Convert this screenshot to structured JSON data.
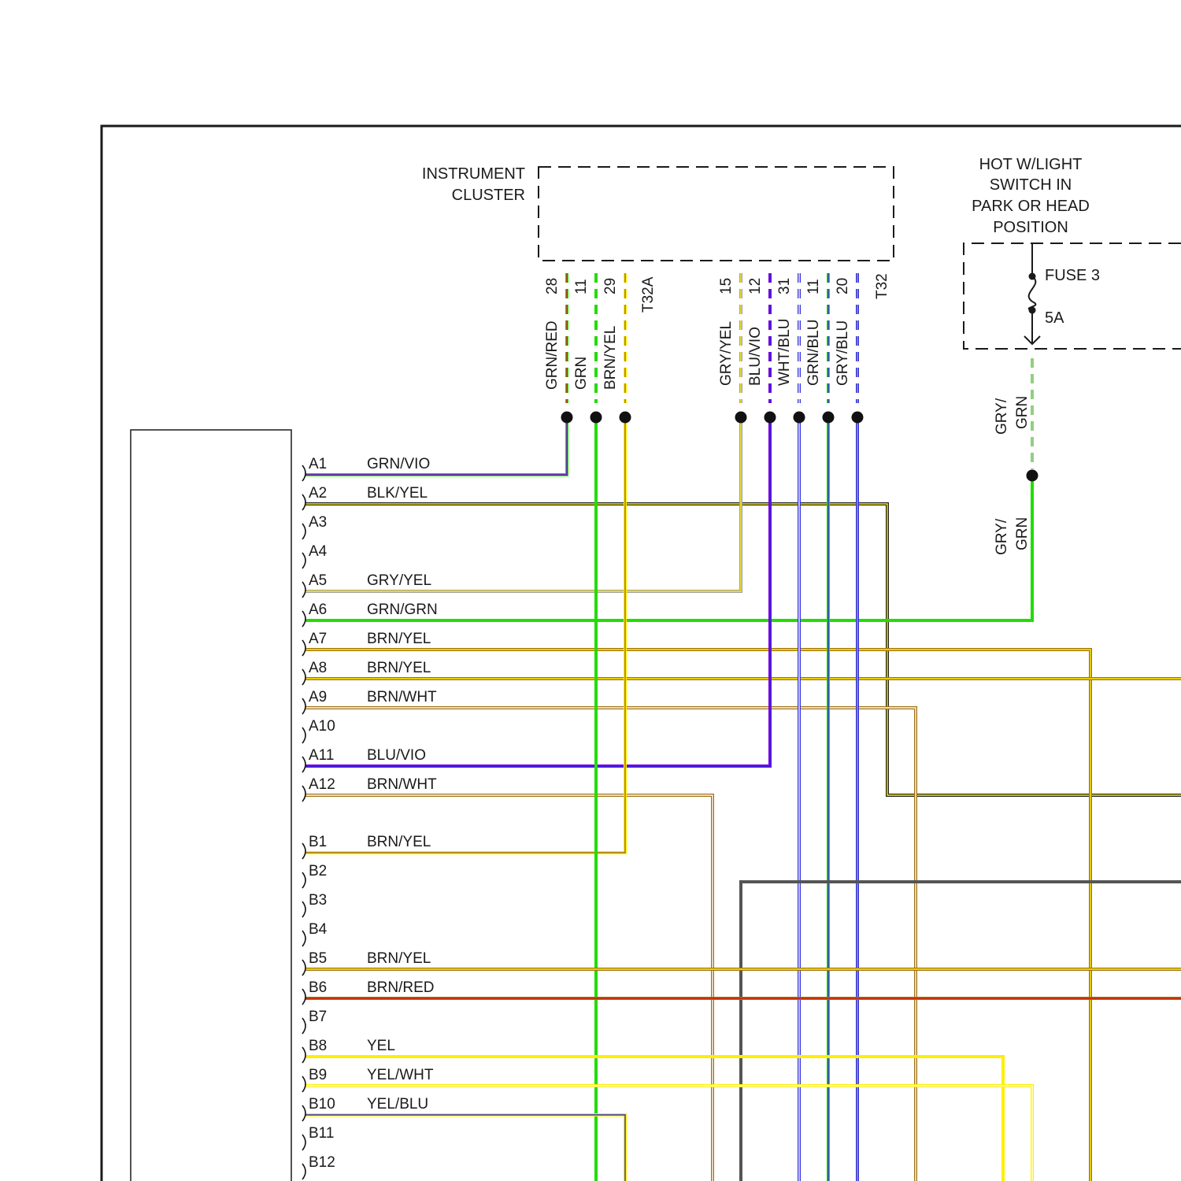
{
  "instrument_cluster": {
    "title_line1": "INSTRUMENT",
    "title_line2": "CLUSTER",
    "connector_left": "T32A",
    "connector_right": "T32"
  },
  "cluster_pins_left": [
    {
      "pin": "28",
      "color": "GRN/RED"
    },
    {
      "pin": "11",
      "color": "GRN"
    },
    {
      "pin": "29",
      "color": "BRN/YEL"
    }
  ],
  "cluster_pins_right": [
    {
      "pin": "15",
      "color": "GRY/YEL"
    },
    {
      "pin": "12",
      "color": "BLU/VIO"
    },
    {
      "pin": "31",
      "color": "WHT/BLU"
    },
    {
      "pin": "11",
      "color": "GRN/BLU"
    },
    {
      "pin": "20",
      "color": "GRY/BLU"
    }
  ],
  "hot_note": {
    "line1": "HOT W/LIGHT",
    "line2": "SWITCH IN",
    "line3": "PARK OR HEAD",
    "line4": "POSITION"
  },
  "fuse": {
    "name": "FUSE 3",
    "rating": "5A"
  },
  "fuse_wire": {
    "upper_line1": "GRY/",
    "upper_line2": "GRN",
    "lower_line1": "GRY/",
    "lower_line2": "GRN"
  },
  "pins": [
    {
      "pin": "A1",
      "color": "GRN/VIO"
    },
    {
      "pin": "A2",
      "color": "BLK/YEL"
    },
    {
      "pin": "A3",
      "color": ""
    },
    {
      "pin": "A4",
      "color": ""
    },
    {
      "pin": "A5",
      "color": "GRY/YEL"
    },
    {
      "pin": "A6",
      "color": "GRN/GRN"
    },
    {
      "pin": "A7",
      "color": "BRN/YEL"
    },
    {
      "pin": "A8",
      "color": "BRN/YEL"
    },
    {
      "pin": "A9",
      "color": "BRN/WHT"
    },
    {
      "pin": "A10",
      "color": ""
    },
    {
      "pin": "A11",
      "color": "BLU/VIO"
    },
    {
      "pin": "A12",
      "color": "BRN/WHT"
    },
    {
      "pin": "B1",
      "color": "BRN/YEL"
    },
    {
      "pin": "B2",
      "color": ""
    },
    {
      "pin": "B3",
      "color": ""
    },
    {
      "pin": "B4",
      "color": ""
    },
    {
      "pin": "B5",
      "color": "BRN/YEL"
    },
    {
      "pin": "B6",
      "color": "BRN/RED"
    },
    {
      "pin": "B7",
      "color": ""
    },
    {
      "pin": "B8",
      "color": "YEL"
    },
    {
      "pin": "B9",
      "color": "YEL/WHT"
    },
    {
      "pin": "B10",
      "color": "YEL/BLU"
    },
    {
      "pin": "B11",
      "color": ""
    },
    {
      "pin": "B12",
      "color": ""
    }
  ],
  "wire_colors": {
    "grn": "#22dd00",
    "yel": "#ffee00",
    "brn": "#a07010",
    "blk": "#222222",
    "vio": "#7a00e0",
    "blu": "#3030e0",
    "gry": "#a0a0a0",
    "red": "#d02000",
    "wht": "#ffffff",
    "grygrn_dash": "#8fd080"
  }
}
